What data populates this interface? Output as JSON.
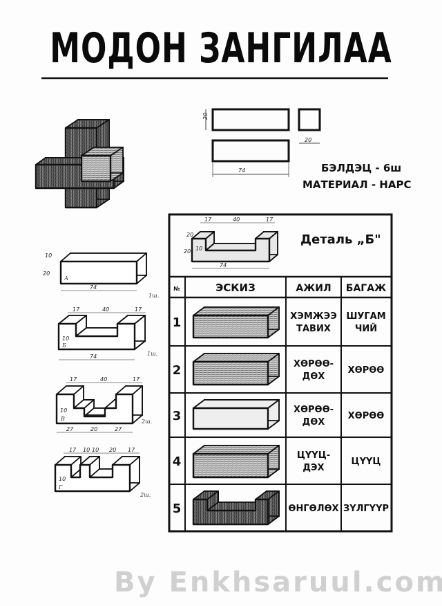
{
  "title": "МОДОН ЗАНГИЛАА",
  "blank": {
    "label": "БЭЛДЭЦ - 6ш",
    "material": "МАТЕРИАЛ - НАРС",
    "dim_height": "20",
    "dim_width": "20",
    "dim_length": "74"
  },
  "detail": {
    "title": "Деталь „Б\"",
    "dims": {
      "a": "17",
      "b": "40",
      "c": "17",
      "h1": "20",
      "h2": "20",
      "notch": "10",
      "length": "74"
    }
  },
  "table": {
    "headers": {
      "num": "№",
      "sketch": "ЭСКИЗ",
      "job": "АЖИЛ",
      "tool": "БАГАЖ"
    },
    "rows": [
      {
        "n": "1",
        "job": [
          "ХЭМЖЭЭ",
          "ТАВИХ"
        ],
        "tool": [
          "ШУГАМ",
          "ЧИЙ"
        ]
      },
      {
        "n": "2",
        "job": [
          "ХӨРӨӨ-",
          "ДӨХ"
        ],
        "tool": [
          "ХӨРӨӨ",
          ""
        ]
      },
      {
        "n": "3",
        "job": [
          "ХӨРӨӨ-",
          "ДӨХ"
        ],
        "tool": [
          "ХӨРӨӨ",
          ""
        ]
      },
      {
        "n": "4",
        "job": [
          "ЦҮҮЦ-",
          "ДЭХ"
        ],
        "tool": [
          "ЦҮҮЦ",
          ""
        ]
      },
      {
        "n": "5",
        "job": [
          "ӨНГӨЛӨХ",
          ""
        ],
        "tool": [
          "ЗҮЛГҮҮР",
          ""
        ]
      }
    ]
  },
  "parts": [
    {
      "letter": "А",
      "dims": [
        "10",
        "20",
        "74"
      ],
      "qty": "1ш."
    },
    {
      "letter": "Б",
      "dims": [
        "17",
        "40",
        "17",
        "10",
        "74"
      ],
      "qty": "1ш."
    },
    {
      "letter": "В",
      "dims": [
        "17",
        "40",
        "17",
        "10",
        "27",
        "20",
        "27"
      ],
      "qty": "2ш."
    },
    {
      "letter": "Г",
      "dims": [
        "17",
        "10",
        "10",
        "20",
        "17",
        "10"
      ],
      "qty": "2ш."
    }
  ],
  "watermark": "By Enkhsaruul.com"
}
